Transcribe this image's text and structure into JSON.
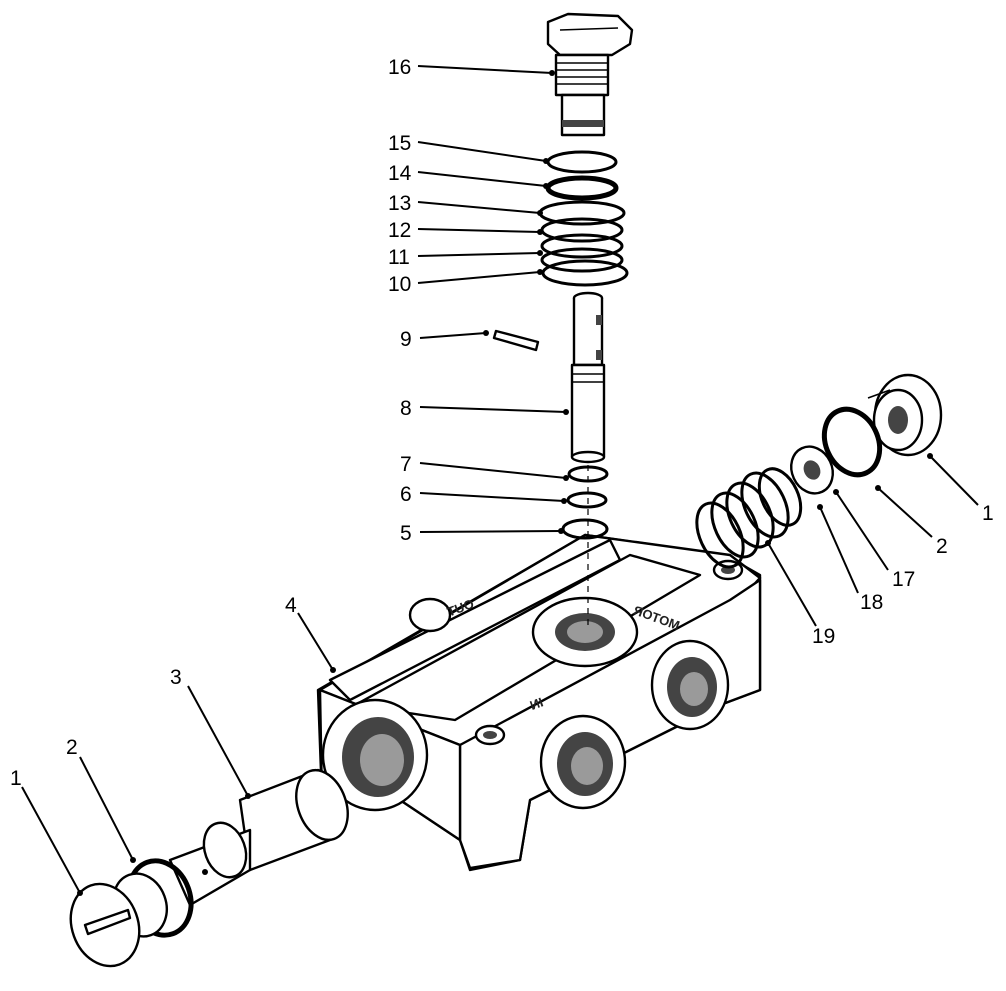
{
  "callouts": {
    "p1_left": "1",
    "p2_left": "2",
    "p3": "3",
    "p4": "4",
    "p5": "5",
    "p6": "6",
    "p7": "7",
    "p8": "8",
    "p9": "9",
    "p10": "10",
    "p11": "11",
    "p12": "12",
    "p13": "13",
    "p14": "14",
    "p15": "15",
    "p16": "16",
    "p1_right": "1",
    "p2_right": "2",
    "p17": "17",
    "p18": "18",
    "p19": "19"
  },
  "engravings": {
    "out": "OUT",
    "motor": "MOTOR",
    "in": "IN"
  }
}
